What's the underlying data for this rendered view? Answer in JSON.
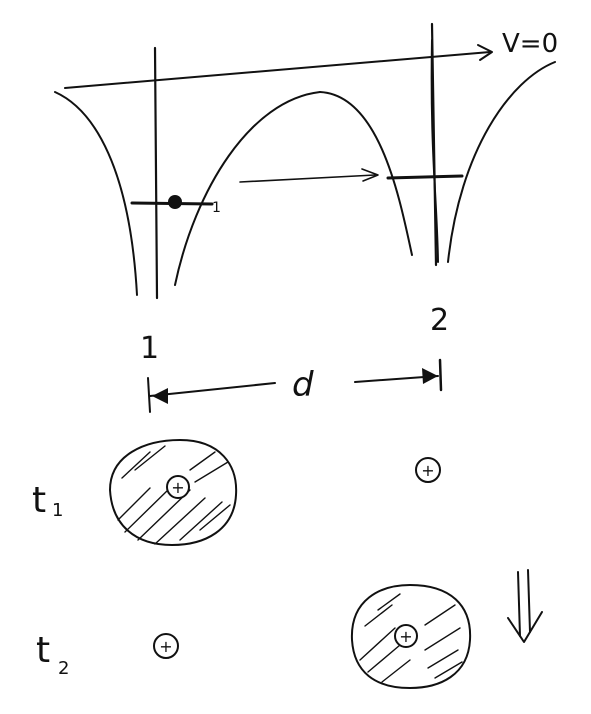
{
  "labels": {
    "potential_zero": "V=0",
    "well_1": "1",
    "well_2": "2",
    "distance": "d",
    "time_1": "t",
    "time_1_sub": "1",
    "time_2": "t",
    "time_2_sub": "2",
    "level_mark": "1",
    "plus": "+"
  },
  "colors": {
    "ink": "#111111",
    "paper": "#ffffff"
  }
}
